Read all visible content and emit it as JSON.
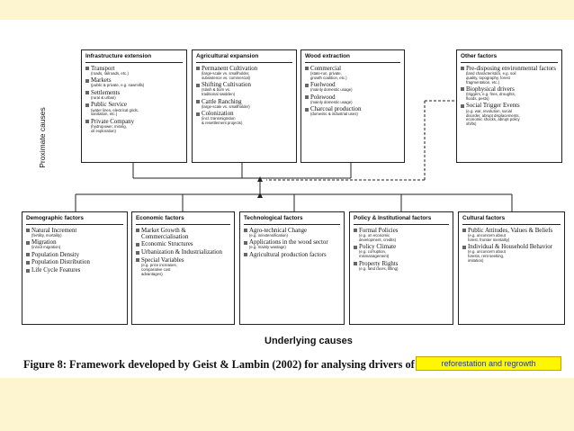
{
  "proximate_label": "Proximate causes",
  "underlying_caption": "Underlying causes",
  "figure_caption": "Figure 8: Framework developed by Geist & Lambin (2002) for analysing drivers of",
  "highlight_text": "reforestation and regrowth",
  "colors": {
    "background": "#fdf5cf",
    "highlight": "#fff700",
    "highlight_text": "#1e3a9c"
  },
  "proximate": [
    {
      "title": "Infrastructure extension",
      "items": [
        {
          "label": "Transport",
          "sub": [
            "(roads, railroads, etc.)"
          ]
        },
        {
          "label": "Markets",
          "sub": [
            "(public & private, e.g. sawmills)"
          ]
        },
        {
          "label": "Settlements",
          "sub": [
            "(rural & urban)"
          ]
        },
        {
          "label": "Public Service",
          "sub": [
            "(water lines, electrical grids,",
            "sanitation, etc.)"
          ]
        },
        {
          "label": "Private Company",
          "sub": [
            "(hydropower, mining,",
            "oil exploration)"
          ]
        }
      ]
    },
    {
      "title": "Agricultural expansion",
      "items": [
        {
          "label": "Permanent Cultivation",
          "sub": [
            "(large-scale vs. smallholder,",
            "subsistence vs. commercial)"
          ]
        },
        {
          "label": "Shifting Cultivation",
          "sub": [
            "(slash & burn vs.",
            "traditional swidden)"
          ]
        },
        {
          "label": "Cattle Ranching",
          "sub": [
            "(large-scale vs. smallholder)"
          ]
        },
        {
          "label": "Colonization",
          "sub": [
            "(incl. transmigration",
            "& resettlement projects)"
          ]
        }
      ]
    },
    {
      "title": "Wood extraction",
      "items": [
        {
          "label": "Commercial",
          "sub": [
            "(state-run, private,",
            "growth coalition, etc.)"
          ]
        },
        {
          "label": "Fuelwood",
          "sub": [
            "(mainly domestic usage)"
          ]
        },
        {
          "label": "Polewood",
          "sub": [
            "(mainly domestic usage)"
          ]
        },
        {
          "label": "Charcoal production",
          "sub": [
            "(domestic & industrial uses)"
          ]
        }
      ]
    },
    {
      "title": "Other factors",
      "items": [
        {
          "label": "Pre-disposing environmental factors",
          "sub": [
            "(land characteristics, e.g. soil",
            "quality, topography, forest",
            "fragmentation, etc.)"
          ]
        },
        {
          "label": "Biophysical drivers",
          "sub": [
            "(triggers, e.g. fires, droughts,",
            "floods, pests)"
          ]
        },
        {
          "label": "Social Trigger Events",
          "sub": [
            "(e.g. war, revolution, social",
            "disorder, abrupt displacements,",
            "economic shocks, abrupt policy",
            "shifts)"
          ]
        }
      ]
    }
  ],
  "underlying": [
    {
      "title": "Demographic factors",
      "items": [
        {
          "label": "Natural Increment",
          "sub": [
            "(fertility, mortality)"
          ]
        },
        {
          "label": "Migration",
          "sub": [
            "(in/out migration)"
          ]
        },
        {
          "label": "Population Density",
          "sub": []
        },
        {
          "label": "Population Distribution",
          "sub": []
        },
        {
          "label": "Life Cycle Features",
          "sub": []
        }
      ]
    },
    {
      "title": "Economic factors",
      "items": [
        {
          "label": "Market Growth & Commercialisation",
          "sub": []
        },
        {
          "label": "Economic Structures",
          "sub": []
        },
        {
          "label": "Urbanization & Industrialization",
          "sub": []
        },
        {
          "label": "Special Variables",
          "sub": [
            "(e.g. price increases,",
            "comparative cost",
            "advantages)"
          ]
        }
      ]
    },
    {
      "title": "Technological factors",
      "items": [
        {
          "label": "Agro-technical Change",
          "sub": [
            "(e.g. in/extensification)"
          ]
        },
        {
          "label": "Applications in the wood sector",
          "sub": [
            "(e.g. mainly wastage)"
          ]
        },
        {
          "label": "Agricultural production factors",
          "sub": []
        }
      ]
    },
    {
      "title": "Policy & Institutional factors",
      "items": [
        {
          "label": "Formal Policies",
          "sub": [
            "(e.g. on economic",
            "development, credits)"
          ]
        },
        {
          "label": "Policy Climate",
          "sub": [
            "(e.g. corruption,",
            "mismanagement)"
          ]
        },
        {
          "label": "Property Rights",
          "sub": [
            "(e.g. land races, titling)"
          ]
        }
      ]
    },
    {
      "title": "Cultural factors",
      "items": [
        {
          "label": "Public Attitudes, Values & Beliefs",
          "sub": [
            "(e.g. unconcern about",
            "forest, frontier mentality)"
          ]
        },
        {
          "label": "Individual & Household Behavior",
          "sub": [
            "(e.g. unconcern about",
            "forests, rent-seeking,",
            "imitation)"
          ]
        }
      ]
    }
  ]
}
